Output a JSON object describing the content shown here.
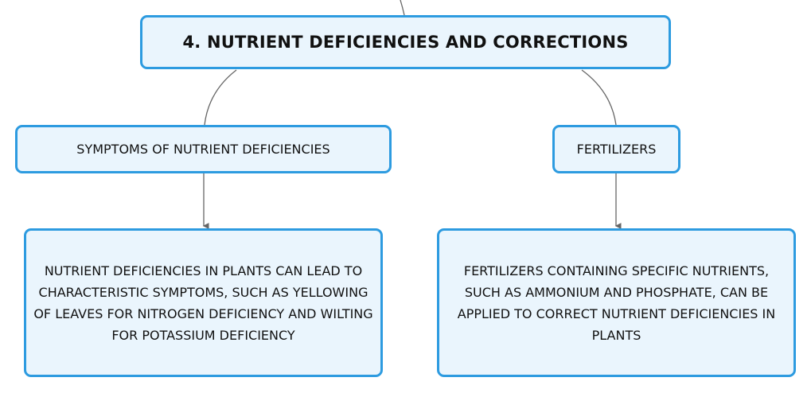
{
  "mindmap": {
    "title": "4. NUTRIENT DEFICIENCIES AND CORRECTIONS",
    "branches": [
      {
        "label": "SYMPTOMS OF NUTRIENT DEFICIENCIES",
        "detail": "NUTRIENT DEFICIENCIES IN PLANTS CAN LEAD TO CHARACTERISTIC SYMPTOMS, SUCH AS YELLOWING OF LEAVES FOR NITROGEN DEFICIENCY AND WILTING FOR POTASSIUM DEFICIENCY"
      },
      {
        "label": "FERTILIZERS",
        "detail": "FERTILIZERS CONTAINING SPECIFIC NUTRIENTS, SUCH AS AMMONIUM AND PHOSPHATE, CAN BE APPLIED TO CORRECT NUTRIENT DEFICIENCIES IN PLANTS"
      }
    ]
  },
  "colors": {
    "node_border": "#2d9be0",
    "node_fill": "#eaf5fd",
    "connector": "#666666",
    "text": "#111111"
  }
}
